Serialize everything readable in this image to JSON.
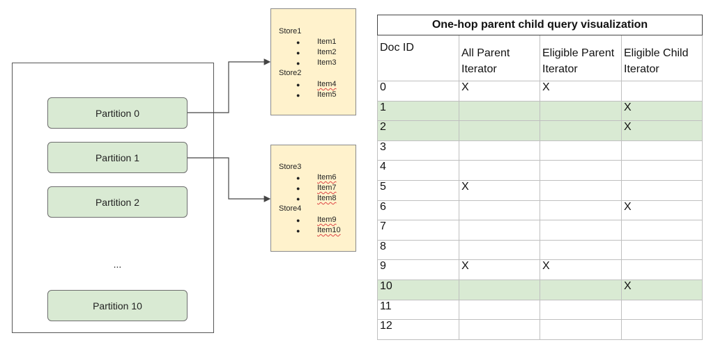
{
  "partitions": {
    "items": [
      "Partition 0",
      "Partition 1",
      "Partition 2",
      "Partition 10"
    ],
    "ellipsis": "..."
  },
  "stores": [
    {
      "groups": [
        {
          "name": "Store1",
          "items": [
            "Item1",
            "Item2",
            "Item3"
          ]
        },
        {
          "name": "Store2",
          "items": [
            "Item4",
            "Item5"
          ]
        }
      ]
    },
    {
      "groups": [
        {
          "name": "Store3",
          "items": [
            "Item6",
            "Item7",
            "Item8"
          ]
        },
        {
          "name": "Store4",
          "items": [
            "Item9",
            "Item10"
          ]
        }
      ]
    }
  ],
  "table": {
    "title": "One-hop parent child query visualization",
    "headers": [
      "Doc ID",
      "All Parent Iterator",
      "Eligible Parent Iterator",
      "Eligible Child Iterator"
    ],
    "rows": [
      {
        "id": "0",
        "cells": [
          "X",
          "X",
          ""
        ]
      },
      {
        "id": "1",
        "cells": [
          "",
          "",
          "X"
        ]
      },
      {
        "id": "2",
        "cells": [
          "",
          "",
          "X"
        ]
      },
      {
        "id": "3",
        "cells": [
          "",
          "",
          ""
        ]
      },
      {
        "id": "4",
        "cells": [
          "",
          "",
          ""
        ]
      },
      {
        "id": "5",
        "cells": [
          "X",
          "",
          ""
        ]
      },
      {
        "id": "6",
        "cells": [
          "",
          "",
          "X"
        ]
      },
      {
        "id": "7",
        "cells": [
          "",
          "",
          ""
        ]
      },
      {
        "id": "8",
        "cells": [
          "",
          "",
          ""
        ]
      },
      {
        "id": "9",
        "cells": [
          "X",
          "X",
          ""
        ]
      },
      {
        "id": "10",
        "cells": [
          "",
          "",
          "X"
        ]
      },
      {
        "id": "11",
        "cells": [
          "",
          "",
          ""
        ]
      },
      {
        "id": "12",
        "cells": [
          "",
          "",
          ""
        ]
      }
    ],
    "highlight_color": "#d9ead3"
  },
  "colors": {
    "partition_fill": "#d9ead3",
    "store_fill": "#fff2cc"
  }
}
